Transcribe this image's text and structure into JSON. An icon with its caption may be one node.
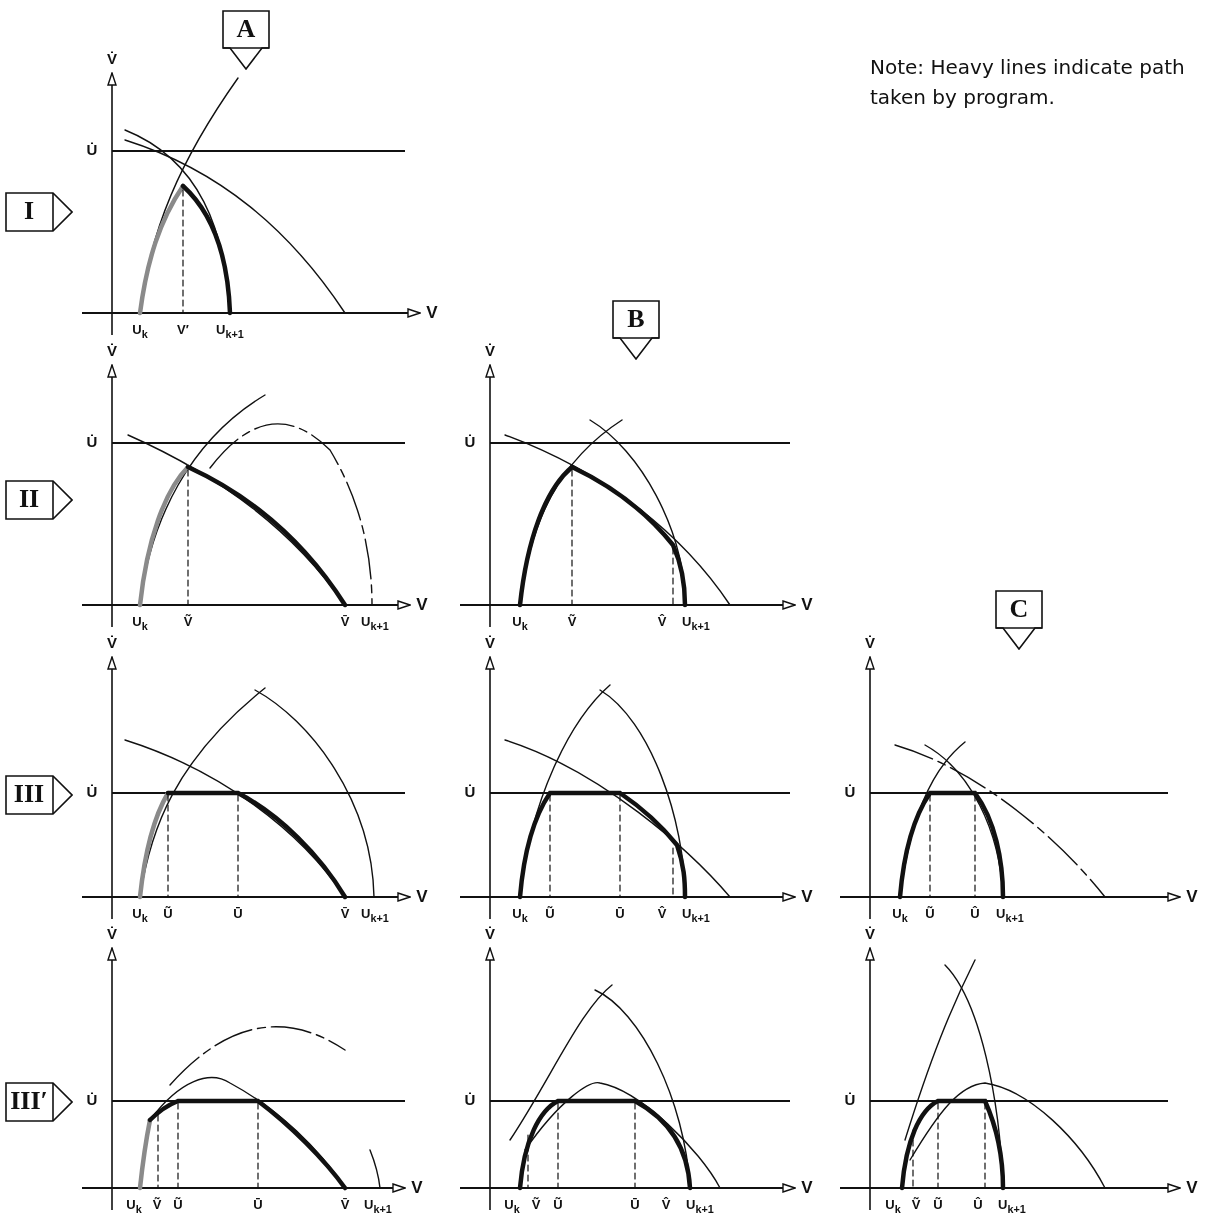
{
  "diagram": {
    "nodes": [
      {
        "text": [
          "A"
        ]
      },
      {
        "text": [
          "I"
        ]
      },
      {
        "text": [
          "B"
        ]
      },
      {
        "text": [
          "II"
        ]
      },
      {
        "text": [
          "C"
        ]
      },
      {
        "text": [
          "III"
        ]
      },
      {
        "text": [
          "III′"
        ]
      }
    ],
    "labels": [
      "Note: Heavy lines indicate path taken by program.",
      "V̇",
      "U̇",
      "V",
      "U$_{k}$",
      "V′",
      "U$_{k+1}$",
      "V̇",
      "U̇",
      "V",
      "U$_{k}$",
      "Ṽ",
      "V̄",
      "U$_{k+1}$",
      "V̇",
      "U̇",
      "V",
      "U$_{k}$",
      "Ṽ",
      "V̂",
      "U$_{k+1}$",
      "V̇",
      "U̇",
      "V",
      "U$_{k}$",
      "Ũ",
      "Ū",
      "V̄",
      "U$_{k+1}$",
      "V̇",
      "U̇",
      "V",
      "U$_{k}$",
      "Ũ",
      "Ū",
      "V̂",
      "U$_{k+1}$",
      "V̇",
      "U̇",
      "V",
      "U$_{k}$",
      "Ũ",
      "Û",
      "U$_{k+1}$",
      "V̇",
      "U̇",
      "V",
      "U$_{k}$",
      "Ṽ",
      "Ũ",
      "Ū",
      "V̄",
      "U$_{k+1}$",
      "V̇",
      "U̇",
      "V",
      "U$_{k}$",
      "Ṽ",
      "Ũ",
      "Ū",
      "V̂",
      "U$_{k+1}$",
      "V̇",
      "U̇",
      "V",
      "U$_{k}$",
      "Ṽ",
      "Ũ",
      "Û",
      "U$_{k+1}$"
    ]
  }
}
